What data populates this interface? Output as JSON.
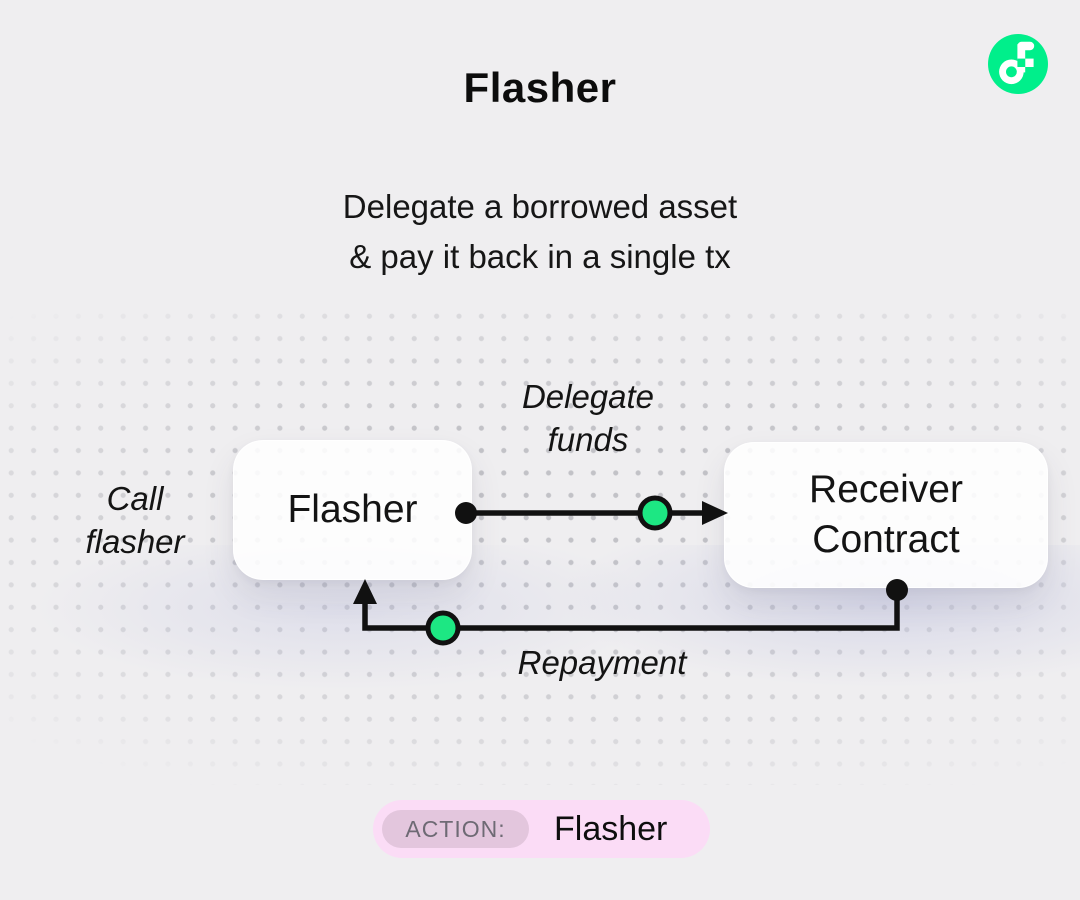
{
  "page": {
    "title": "Flasher",
    "subtitle_lines": [
      "Delegate a borrowed asset",
      "& pay it back in a single tx"
    ]
  },
  "logo": {
    "name": "flow-logo"
  },
  "diagram": {
    "nodes": [
      {
        "id": "flasher",
        "label": "Flasher"
      },
      {
        "id": "receiver-contract",
        "lines": [
          "Receiver",
          "Contract"
        ]
      }
    ],
    "edges": [
      {
        "id": "delegate-funds",
        "lines": [
          "Delegate",
          "funds"
        ],
        "direction": "flasher → receiver-contract"
      },
      {
        "id": "repayment",
        "label": "Repayment",
        "direction": "receiver-contract → flasher"
      }
    ],
    "annotation": {
      "id": "call-flasher",
      "lines": [
        "Call",
        "flasher"
      ]
    }
  },
  "action_badge": {
    "label": "ACTION:",
    "value": "Flasher"
  },
  "colors": {
    "background": "#efeef0",
    "ink": "#111111",
    "flow_green": "#00ef8b",
    "connector_green": "#1de783",
    "badge_bg": "#fbdcf6",
    "badge_label_bg": "#e3c6dd",
    "dot_grid": "#bfbfc4"
  }
}
